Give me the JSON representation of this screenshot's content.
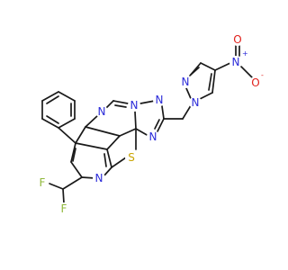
{
  "structure_name": "",
  "colors": {
    "bond": "#1a1a1a",
    "N": "#2b2bd9",
    "O": "#e0201b",
    "S": "#c9a400",
    "F": "#8fb83a"
  },
  "atom_labels": {
    "n_pyridine": "N",
    "s_thiophene": "S",
    "n_pyrimidine": "N",
    "n_triazole_bridge": "N",
    "n_triazole_top": "N",
    "n_triazole_bottom": "N",
    "n_pyrazole_1": "N",
    "n_pyrazole_2": "N",
    "n_nitro": "N",
    "o_nitro_top": "O",
    "o_nitro_bottom": "O",
    "f_top": "F",
    "f_bottom": "F"
  },
  "charges": {
    "nitro_n": "+",
    "nitro_o": "-"
  }
}
